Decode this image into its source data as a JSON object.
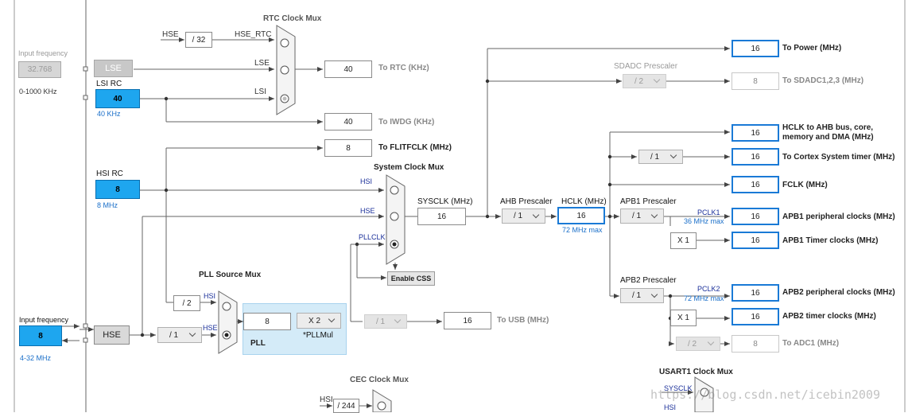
{
  "input_freq_lse": {
    "label": "Input frequency",
    "value": "32.768",
    "range": "0-1000 KHz"
  },
  "lse": {
    "label": "LSE"
  },
  "lsi_rc": {
    "label": "LSI RC",
    "value": "40",
    "freq": "40 KHz"
  },
  "hsi_rc": {
    "label": "HSI RC",
    "value": "8",
    "freq": "8 MHz"
  },
  "input_freq_hse": {
    "label": "Input frequency",
    "value": "8",
    "range": "4-32 MHz"
  },
  "hse": {
    "label": "HSE"
  },
  "rtc_mux": {
    "title": "RTC Clock Mux",
    "hse_label": "HSE",
    "div": "/ 32",
    "hse_rtc": "HSE_RTC",
    "lse_in": "LSE",
    "lsi_in": "LSI"
  },
  "to_rtc": {
    "value": "40",
    "label": "To RTC (KHz)"
  },
  "to_iwdg": {
    "value": "40",
    "label": "To IWDG (KHz)"
  },
  "to_flitfclk": {
    "value": "8",
    "label": "To FLITFCLK (MHz)"
  },
  "sys_mux": {
    "title": "System Clock Mux",
    "hsi": "HSI",
    "hse": "HSE",
    "pllclk": "PLLCLK"
  },
  "sysclk": {
    "label": "SYSCLK (MHz)",
    "value": "16"
  },
  "enable_css": "Enable CSS",
  "pll_src_mux": {
    "title": "PLL Source Mux",
    "hsi": "HSI",
    "hse": "HSE",
    "div2": "/ 2"
  },
  "pll": {
    "label": "PLL",
    "value": "8",
    "mul": "X 2",
    "mul_label": "*PLLMul"
  },
  "hse_prediv": "/ 1",
  "usb": {
    "div": "/ 1",
    "value": "16",
    "label": "To USB (MHz)"
  },
  "ahb": {
    "label": "AHB Prescaler",
    "value": "/ 1"
  },
  "hclk": {
    "label": "HCLK (MHz)",
    "value": "16",
    "max": "72 MHz max"
  },
  "apb1": {
    "label": "APB1 Prescaler",
    "value": "/ 1",
    "pclk": "PCLK1",
    "pclk_max": "36 MHz max",
    "timer_mul": "X 1"
  },
  "apb2": {
    "label": "APB2 Prescaler",
    "value": "/ 1",
    "pclk": "PCLK2",
    "pclk_max": "72 MHz max",
    "timer_mul": "X 1"
  },
  "sdadc": {
    "label": "SDADC Prescaler",
    "value": "/ 2"
  },
  "cortex_div": "/ 1",
  "adc_div": "/ 2",
  "outputs": {
    "power": {
      "value": "16",
      "label": "To Power (MHz)"
    },
    "sdadc": {
      "value": "8",
      "label": "To SDADC1,2,3 (MHz)"
    },
    "hclk_ahb": {
      "value": "16",
      "label1": "HCLK to AHB bus, core,",
      "label2": "memory and DMA (MHz)"
    },
    "cortex": {
      "value": "16",
      "label": "To Cortex System timer (MHz)"
    },
    "fclk": {
      "value": "16",
      "label": "FCLK (MHz)"
    },
    "apb1_periph": {
      "value": "16",
      "label": "APB1 peripheral clocks (MHz)"
    },
    "apb1_timer": {
      "value": "16",
      "label": "APB1 Timer clocks (MHz)"
    },
    "apb2_periph": {
      "value": "16",
      "label": "APB2 peripheral clocks (MHz)"
    },
    "apb2_timer": {
      "value": "16",
      "label": "APB2 timer clocks (MHz)"
    },
    "adc1": {
      "value": "8",
      "label": "To ADC1 (MHz)"
    }
  },
  "cec_mux": {
    "title": "CEC Clock Mux",
    "hsi": "HSI",
    "div": "/ 244"
  },
  "usart1_mux": {
    "title": "USART1 Clock Mux",
    "sysclk": "SYSCLK",
    "hsi": "HSI"
  },
  "watermark": "https://blog.csdn.net/icebin2009",
  "colors": {
    "accent_blue": "#1ea6ef",
    "border_blue": "#1a7ad6",
    "pll_bg": "#d6ecf9"
  }
}
